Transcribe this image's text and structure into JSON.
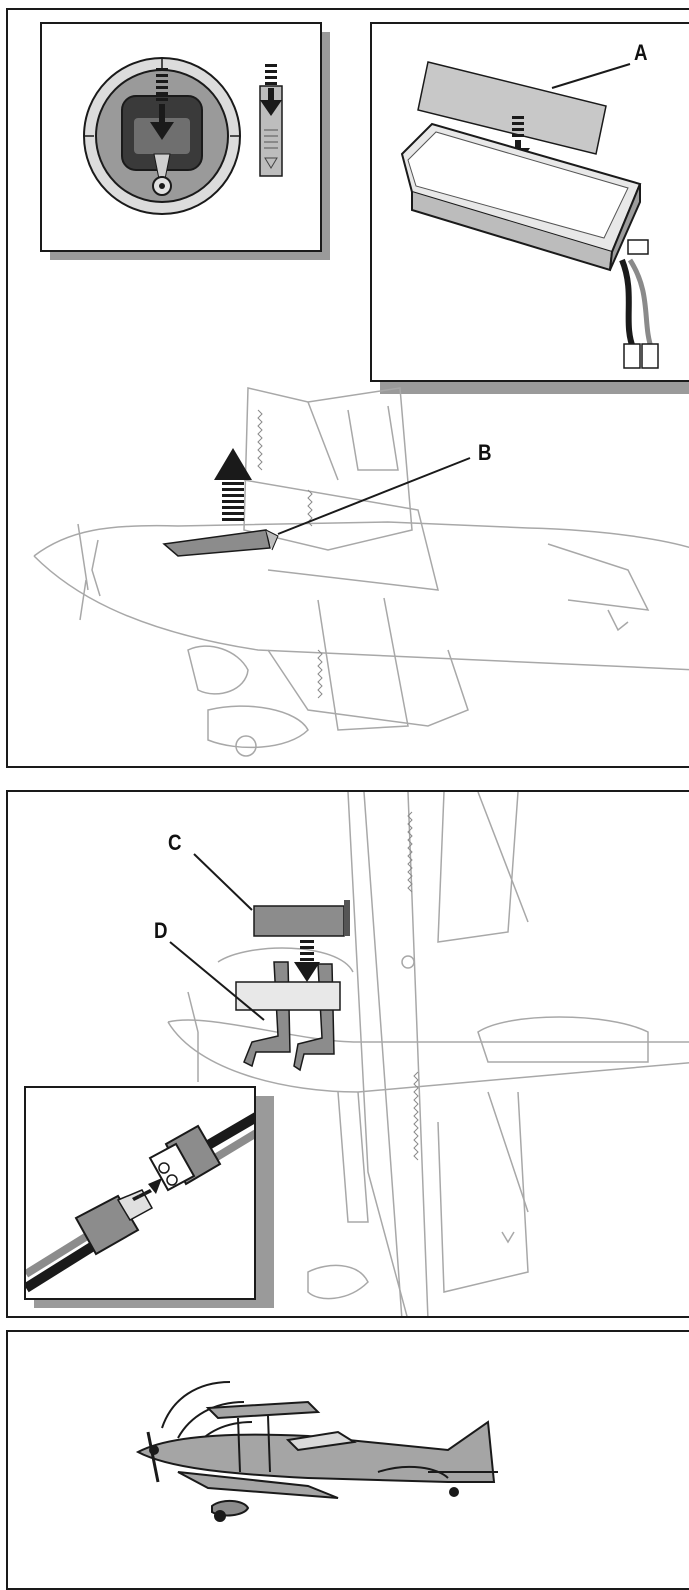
{
  "callouts": {
    "a": "A",
    "b": "B",
    "c": "C",
    "d": "D"
  },
  "icons": {
    "throttle": "transmitter-throttle-stick-icon",
    "trim": "throttle-trim-icon",
    "battery": "battery-pack-icon",
    "hook_loop": "hook-and-loop-strip-icon",
    "hatch": "battery-hatch-icon",
    "connector": "battery-connector-icon",
    "straps": "battery-straps-icon",
    "airplane": "biplane-icon",
    "rocking": "rock-wings-motion-icon"
  },
  "colors": {
    "line": "#1a1a1a",
    "shadow": "#9a9a9a",
    "gray_fill": "#8c8c8c",
    "light_fill": "#e6e6e6",
    "plane_line": "#a8a8a8"
  }
}
